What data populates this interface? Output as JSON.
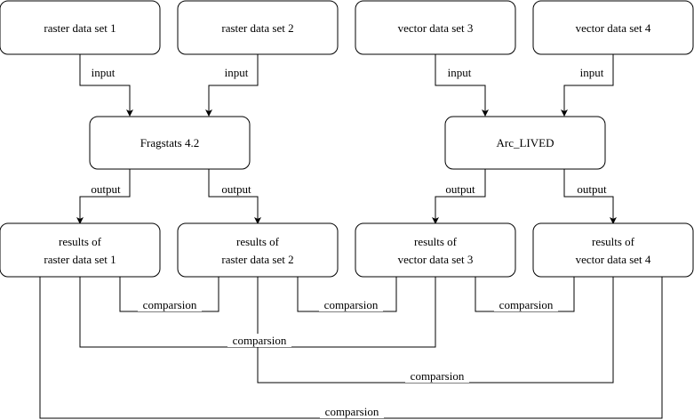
{
  "nodes": {
    "raster1": {
      "text": "raster data set 1"
    },
    "raster2": {
      "text": "raster data set 2"
    },
    "vector3": {
      "text": "vector data set 3"
    },
    "vector4": {
      "text": "vector data set 4"
    },
    "fragstats": {
      "text": "Fragstats 4.2"
    },
    "arclived": {
      "text": "Arc_LIVED"
    },
    "res1": {
      "line1": "results of",
      "line2": "raster data set 1"
    },
    "res2": {
      "line1": "results of",
      "line2": "raster data set 2"
    },
    "res3": {
      "line1": "results of",
      "line2": "vector data set 3"
    },
    "res4": {
      "line1": "results of",
      "line2": "vector data set 4"
    }
  },
  "edge_labels": {
    "input": "input",
    "output": "output",
    "comparison": "comparsion"
  }
}
